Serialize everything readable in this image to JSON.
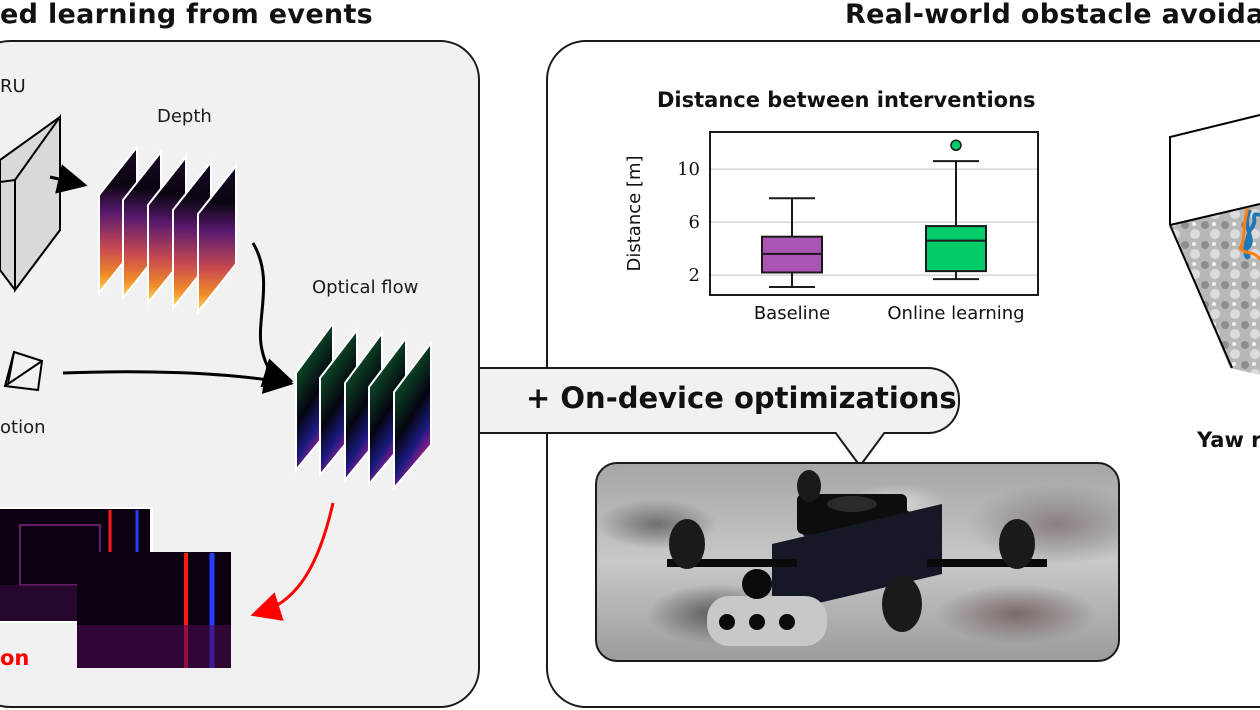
{
  "titles": {
    "left": "ed learning from events",
    "right": "Real-world obstacle avoidan"
  },
  "left_panel": {
    "gru_label": "RU",
    "depth_label": "Depth",
    "optical_flow_label": "Optical flow",
    "motion_label": "otion",
    "red_label": "on",
    "red_color": "#ff0000"
  },
  "bubble": {
    "label": "+ On-device optimizations"
  },
  "right_panel": {
    "yaw_label": "Yaw r"
  },
  "colors": {
    "panel_gray": "#f1f1f1",
    "baseline_box": "#aa55b5",
    "online_box": "#00cc6a",
    "trajectory_blue": "#1f77b4",
    "trajectory_orange": "#ff7f0e"
  },
  "chart_data": {
    "type": "box",
    "title": "Distance between interventions",
    "xlabel": "",
    "ylabel": "Distance [m]",
    "categories": [
      "Baseline",
      "Online learning"
    ],
    "yticks": [
      "2",
      "6",
      "10"
    ],
    "ytick_values": [
      2,
      6,
      10
    ],
    "ylim": [
      0.5,
      12.8
    ],
    "grid": true,
    "series": [
      {
        "name": "Baseline",
        "whisker_low": 1.1,
        "q1": 2.2,
        "median": 3.6,
        "q3": 4.9,
        "whisker_high": 7.8,
        "outliers": []
      },
      {
        "name": "Online learning",
        "whisker_low": 1.7,
        "q1": 2.3,
        "median": 4.6,
        "q3": 5.7,
        "whisker_high": 10.6,
        "outliers": [
          11.8
        ]
      }
    ]
  }
}
